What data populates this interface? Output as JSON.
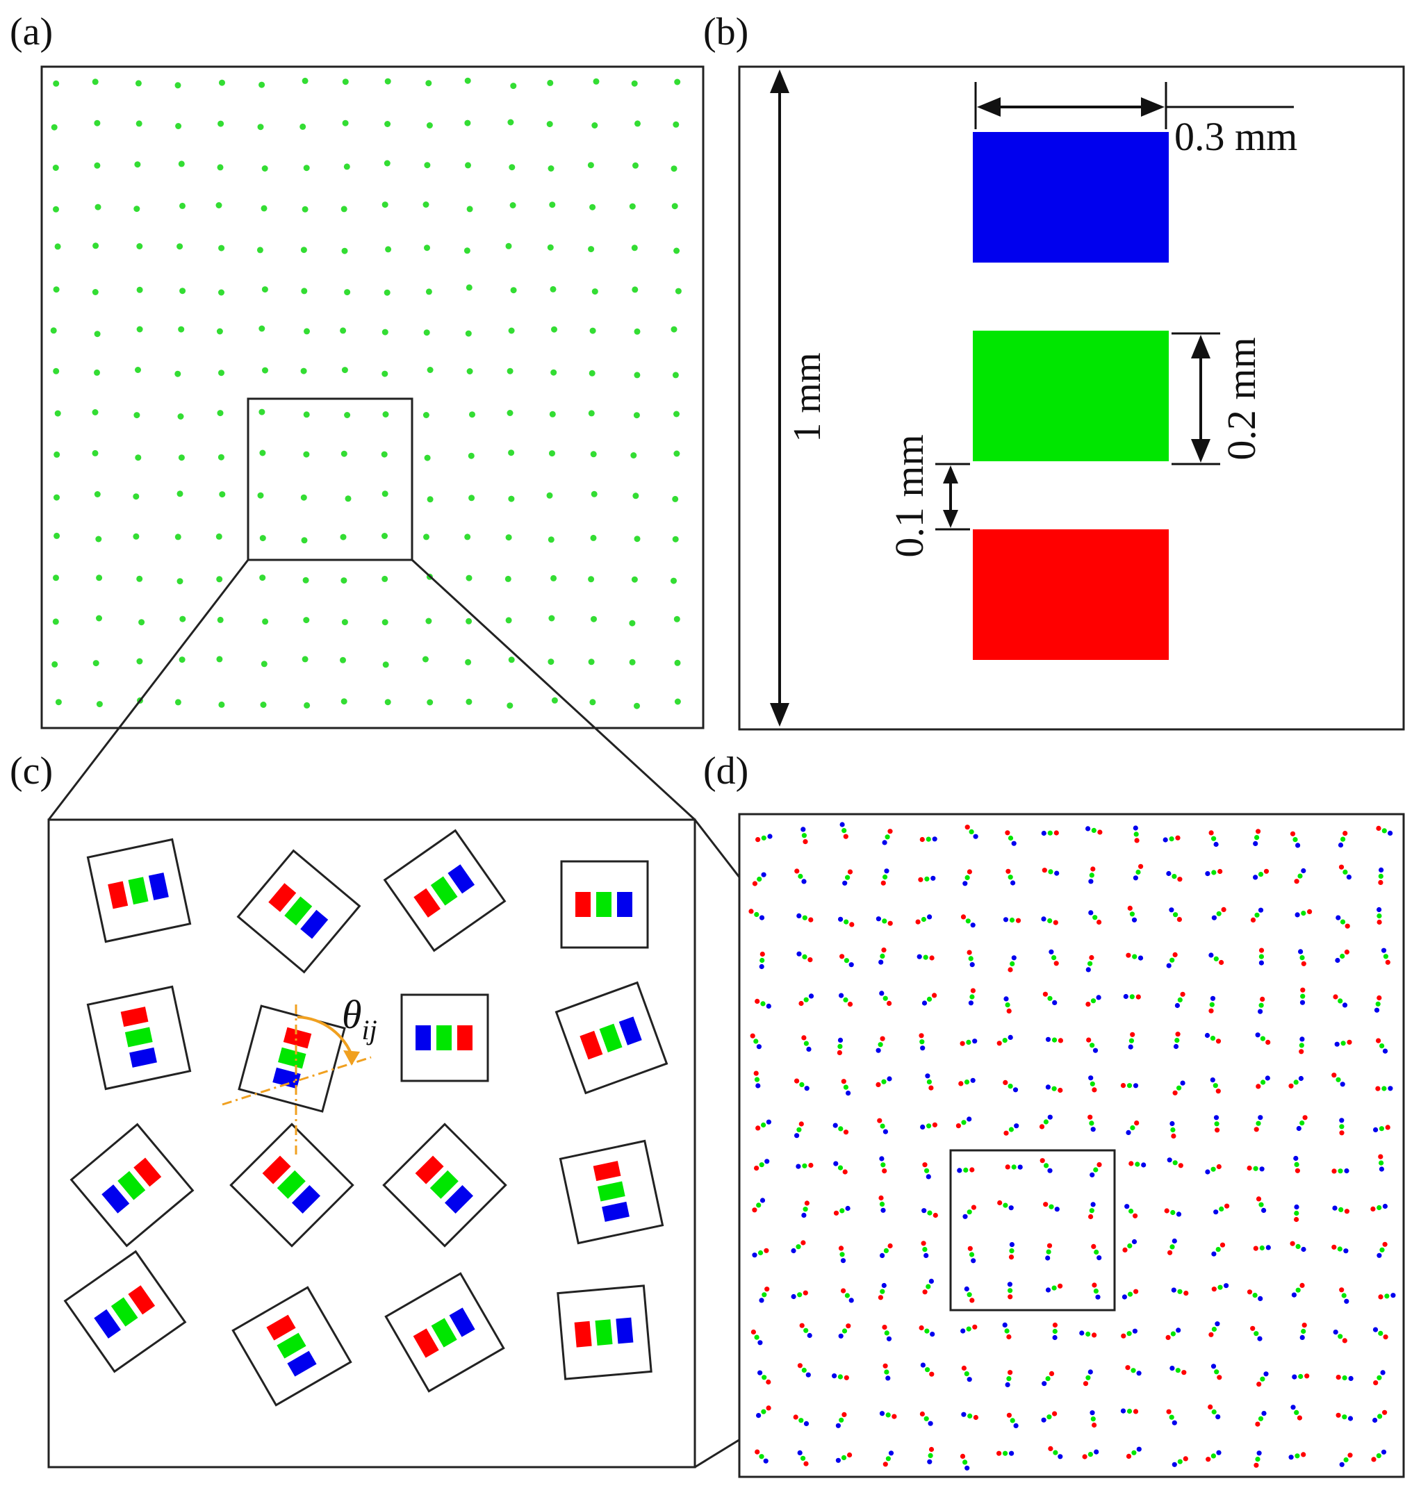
{
  "panels": {
    "a": {
      "label": "(a)"
    },
    "b": {
      "label": "(b)",
      "dims": {
        "height": "1 mm",
        "width": "0.3 mm",
        "bar_height": "0.2 mm",
        "gap": "0.1 mm"
      },
      "bar_colors": [
        "blue",
        "green",
        "red"
      ]
    },
    "c": {
      "label": "(c)",
      "angle_symbol": "θ",
      "angle_subscript": "ij"
    },
    "d": {
      "label": "(d)"
    }
  },
  "colors": {
    "red": "#ff0000",
    "green": "#00e600",
    "blue": "#0000ee",
    "dot_green": "#33dd33",
    "angle": "#f0a020",
    "frame": "#222222"
  },
  "pixel_orientations_c": [
    {
      "angle": -12,
      "order": "RGB"
    },
    {
      "angle": 40,
      "order": "RGB"
    },
    {
      "angle": -35,
      "order": "RGB"
    },
    {
      "angle": 0,
      "order": "RGB"
    },
    {
      "angle": 78,
      "order": "RGB"
    },
    {
      "angle": 105,
      "order": "RGB"
    },
    {
      "angle": 0,
      "order": "BGR"
    },
    {
      "angle": -20,
      "order": "RGB"
    },
    {
      "angle": -40,
      "order": "BGR"
    },
    {
      "angle": 45,
      "order": "RGB"
    },
    {
      "angle": 45,
      "order": "RGB"
    },
    {
      "angle": 78,
      "order": "RGB"
    },
    {
      "angle": -35,
      "order": "BGR"
    },
    {
      "angle": 60,
      "order": "RGB"
    },
    {
      "angle": -30,
      "order": "RGB"
    },
    {
      "angle": -5,
      "order": "RGB"
    }
  ]
}
